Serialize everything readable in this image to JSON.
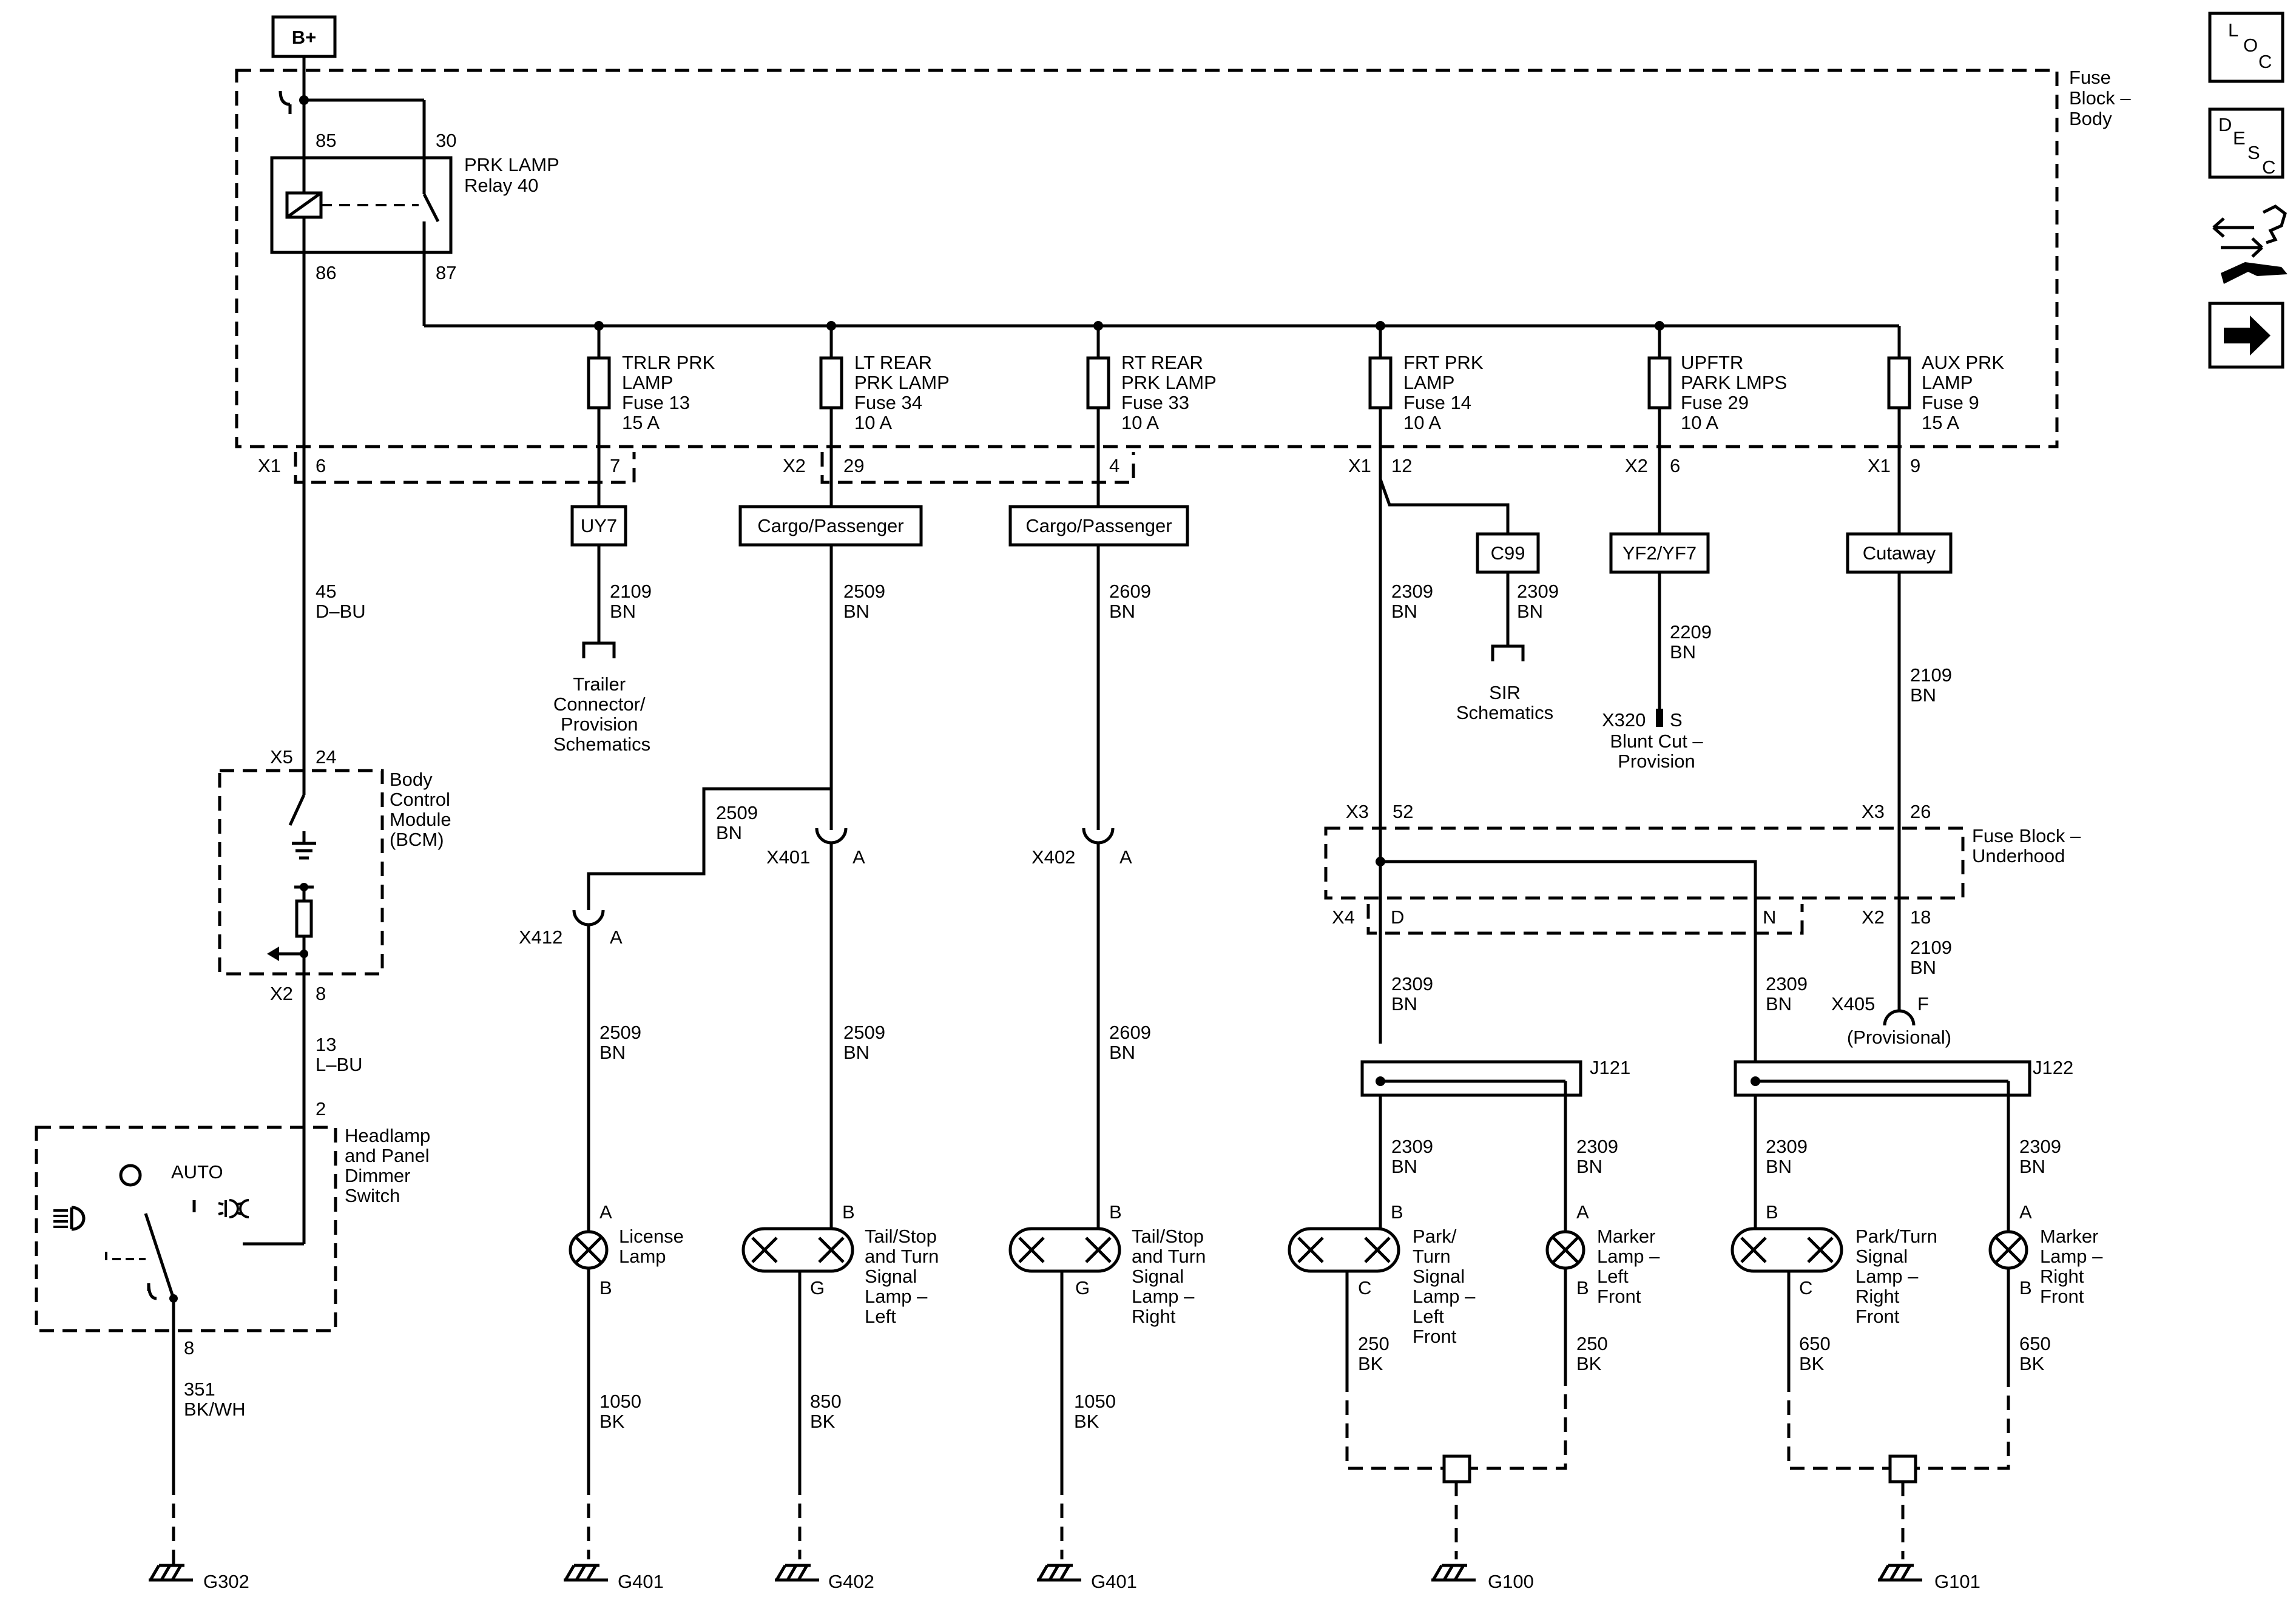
{
  "source": {
    "label": "B+"
  },
  "fuse_block_body": {
    "title": [
      "Fuse",
      "Block –",
      "Body"
    ]
  },
  "relay": {
    "name": [
      "PRK LAMP",
      "Relay 40"
    ],
    "pins": [
      "85",
      "30",
      "86",
      "87"
    ]
  },
  "fuses": [
    {
      "label": [
        "TRLR PRK",
        "LAMP",
        "Fuse 13",
        "15 A"
      ],
      "conn": "",
      "pin": "7"
    },
    {
      "label": [
        "LT REAR",
        "PRK LAMP",
        "Fuse 34",
        "10 A"
      ],
      "conn": "X2",
      "pin": "29"
    },
    {
      "label": [
        "RT REAR",
        "PRK LAMP",
        "Fuse 33",
        "10 A"
      ],
      "conn": "",
      "pin": "4"
    },
    {
      "label": [
        "FRT PRK",
        "LAMP",
        "Fuse 14",
        "10 A"
      ],
      "conn": "X1",
      "pin": "12"
    },
    {
      "label": [
        "UPFTR",
        "PARK LMPS",
        "Fuse 29",
        "10 A"
      ],
      "conn": "X2",
      "pin": "6"
    },
    {
      "label": [
        "AUX PRK",
        "LAMP",
        "Fuse 9",
        "15 A"
      ],
      "conn": "X1",
      "pin": "9"
    }
  ],
  "relay_coil_conn": {
    "conn": "X1",
    "pin": "6"
  },
  "options": [
    "UY7",
    "Cargo/Passenger",
    "Cargo/Passenger",
    "C99",
    "YF2/YF7",
    "Cutaway"
  ],
  "wires": {
    "w45": [
      "45",
      "D–BU"
    ],
    "w13": [
      "13",
      "L–BU"
    ],
    "w351": [
      "351",
      "BK/WH"
    ],
    "w2109_uy7": [
      "2109",
      "BN"
    ],
    "w2509_top": [
      "2509",
      "BN"
    ],
    "w2609_top": [
      "2609",
      "BN"
    ],
    "w2309_top": [
      "2309",
      "BN"
    ],
    "w2309_c99": [
      "2309",
      "BN"
    ],
    "w2209": [
      "2209",
      "BN"
    ],
    "w2109_cut": [
      "2109",
      "BN"
    ],
    "w2509_jump": [
      "2509",
      "BN"
    ],
    "w2509_x412": [
      "2509",
      "BN"
    ],
    "w2509_x401": [
      "2509",
      "BN"
    ],
    "w2609_x402": [
      "2609",
      "BN"
    ],
    "w2309_d": [
      "2309",
      "BN"
    ],
    "w2309_n": [
      "2309",
      "BN"
    ],
    "w2109_x2": [
      "2109",
      "BN"
    ],
    "w2309_j121l": [
      "2309",
      "BN"
    ],
    "w2309_j121r": [
      "2309",
      "BN"
    ],
    "w2309_j122l": [
      "2309",
      "BN"
    ],
    "w2309_j122r": [
      "2309",
      "BN"
    ],
    "w1050_a": [
      "1050",
      "BK"
    ],
    "w850": [
      "850",
      "BK"
    ],
    "w1050_b": [
      "1050",
      "BK"
    ],
    "w250_a": [
      "250",
      "BK"
    ],
    "w250_b": [
      "250",
      "BK"
    ],
    "w650_a": [
      "650",
      "BK"
    ],
    "w650_b": [
      "650",
      "BK"
    ]
  },
  "refs": {
    "trailer": [
      "Trailer",
      "Connector/",
      "Provision",
      "Schematics"
    ],
    "sir": [
      "SIR",
      "Schematics"
    ],
    "blunt": [
      "Blunt Cut –",
      "Provision"
    ]
  },
  "bcm": {
    "label": [
      "Body",
      "Control",
      "Module",
      "(BCM)"
    ],
    "x5": "X5",
    "p24": "24",
    "x2": "X2",
    "p8": "8"
  },
  "switch": {
    "label": [
      "Headlamp",
      "and Panel",
      "Dimmer",
      "Switch"
    ],
    "auto": "AUTO",
    "p2": "2",
    "p8": "8"
  },
  "fuse_block_underhood": {
    "label": [
      "Fuse Block –",
      "Underhood"
    ],
    "x3a": "X3",
    "p52": "52",
    "x3b": "X3",
    "p26": "26",
    "x4": "X4",
    "pd": "D",
    "pn": "N",
    "x2": "X2",
    "p18": "18"
  },
  "inline": {
    "x401": "X401",
    "x402": "X402",
    "x412": "X412",
    "x405": "X405",
    "x320": "X320",
    "pinA": "A",
    "pinF": "F",
    "pinS": "S",
    "provisional": "(Provisional)"
  },
  "splices": [
    "J121",
    "J122"
  ],
  "lamps": {
    "license": [
      "License",
      "Lamp"
    ],
    "tail_left": [
      "Tail/Stop",
      "and Turn",
      "Signal",
      "Lamp –",
      "Left"
    ],
    "tail_right": [
      "Tail/Stop",
      "and Turn",
      "Signal",
      "Lamp –",
      "Right"
    ],
    "park_left": [
      "Park/",
      "Turn",
      "Signal",
      "Lamp –",
      "Left",
      "Front"
    ],
    "marker_left": [
      "Marker",
      "Lamp –",
      "Left",
      "Front"
    ],
    "park_right": [
      "Park/Turn",
      "Signal",
      "Lamp –",
      "Right",
      "Front"
    ],
    "marker_right": [
      "Marker",
      "Lamp –",
      "Right",
      "Front"
    ]
  },
  "lamp_pins": {
    "A": "A",
    "B": "B",
    "C": "C",
    "G": "G"
  },
  "grounds": [
    "G302",
    "G401",
    "G402",
    "G401",
    "G100",
    "G101"
  ],
  "nav": {
    "loc": [
      "L",
      "O",
      "C"
    ],
    "desc": [
      "D",
      "E",
      "S",
      "C"
    ],
    "icons": [
      "loc-icon",
      "desc-icon",
      "connector-tool-icon",
      "next-arrow-icon"
    ]
  }
}
